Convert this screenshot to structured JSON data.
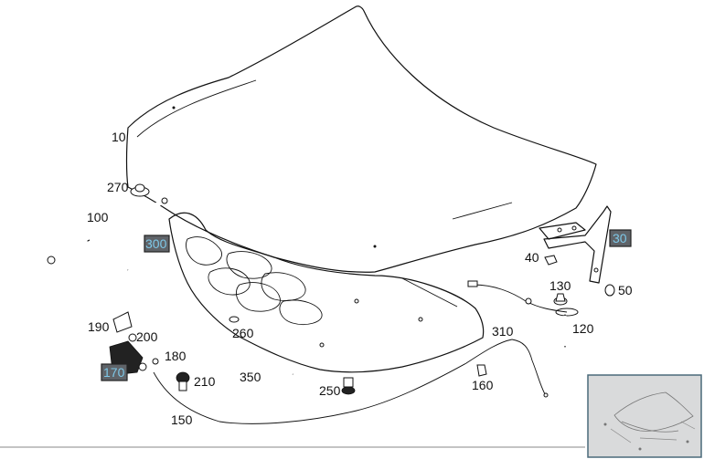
{
  "diagram": {
    "labels": [
      {
        "id": "p10",
        "text": "10"
      },
      {
        "id": "p270",
        "text": "270"
      },
      {
        "id": "p100",
        "text": "100"
      },
      {
        "id": "p300",
        "text": "300",
        "highlight": true
      },
      {
        "id": "p30",
        "text": "30",
        "highlight": true
      },
      {
        "id": "p40",
        "text": "40"
      },
      {
        "id": "p130",
        "text": "130"
      },
      {
        "id": "p50",
        "text": "50"
      },
      {
        "id": "p120",
        "text": "120"
      },
      {
        "id": "p190",
        "text": "190"
      },
      {
        "id": "p200",
        "text": "200"
      },
      {
        "id": "p260",
        "text": "260"
      },
      {
        "id": "p310",
        "text": "310"
      },
      {
        "id": "p180",
        "text": "180"
      },
      {
        "id": "p170",
        "text": "170",
        "highlight": true
      },
      {
        "id": "p210",
        "text": "210"
      },
      {
        "id": "p350",
        "text": "350"
      },
      {
        "id": "p250",
        "text": "250"
      },
      {
        "id": "p160",
        "text": "160"
      },
      {
        "id": "p150",
        "text": "150"
      }
    ],
    "colors": {
      "line": "#111111",
      "highlight_box": "#5f6368",
      "highlight_text": "#7ec8e8",
      "thumbnail_bg": "#d9dadb",
      "thumbnail_border": "#4a6a7a"
    },
    "thumbnail": {
      "icon": "overview-thumbnail-icon"
    }
  }
}
